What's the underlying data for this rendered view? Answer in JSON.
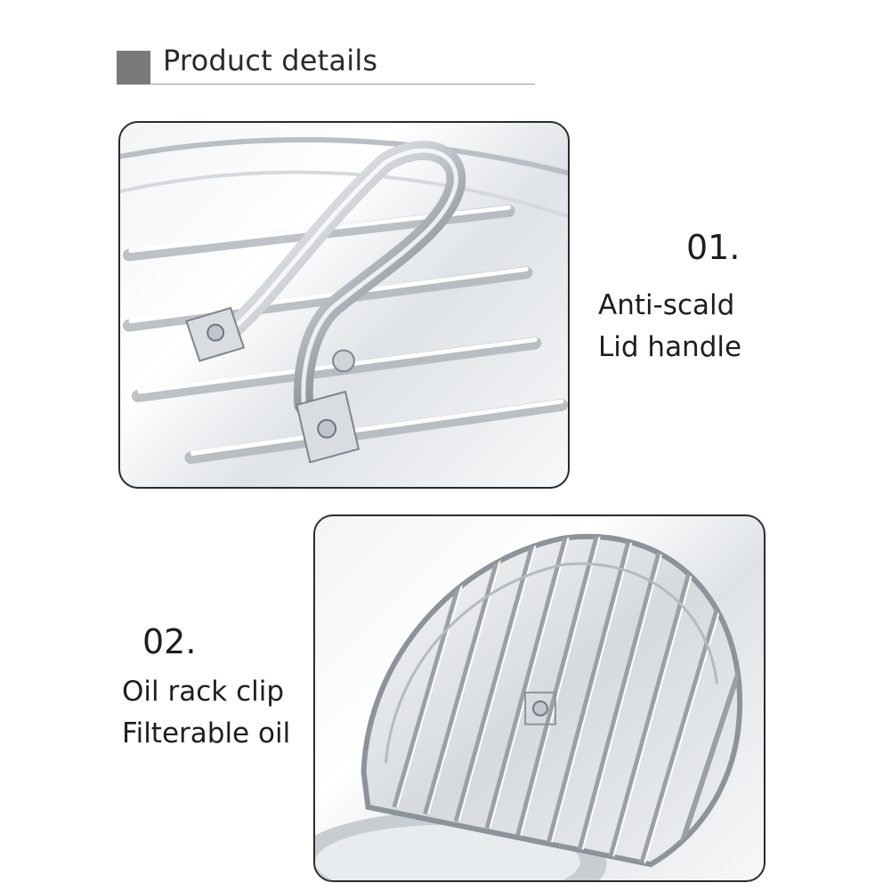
{
  "header": {
    "title": "Product details"
  },
  "features": [
    {
      "number": "01.",
      "lines": [
        "Anti-scald",
        "Lid handle"
      ],
      "photo_icon": "lid-handle-photo"
    },
    {
      "number": "02.",
      "lines": [
        "Oil rack clip",
        "Filterable oil"
      ],
      "photo_icon": "oil-rack-photo"
    }
  ],
  "colors": {
    "header_square": "#7a7a7a",
    "frame_border": "#2b2b2b",
    "text": "#1e1e1e"
  }
}
